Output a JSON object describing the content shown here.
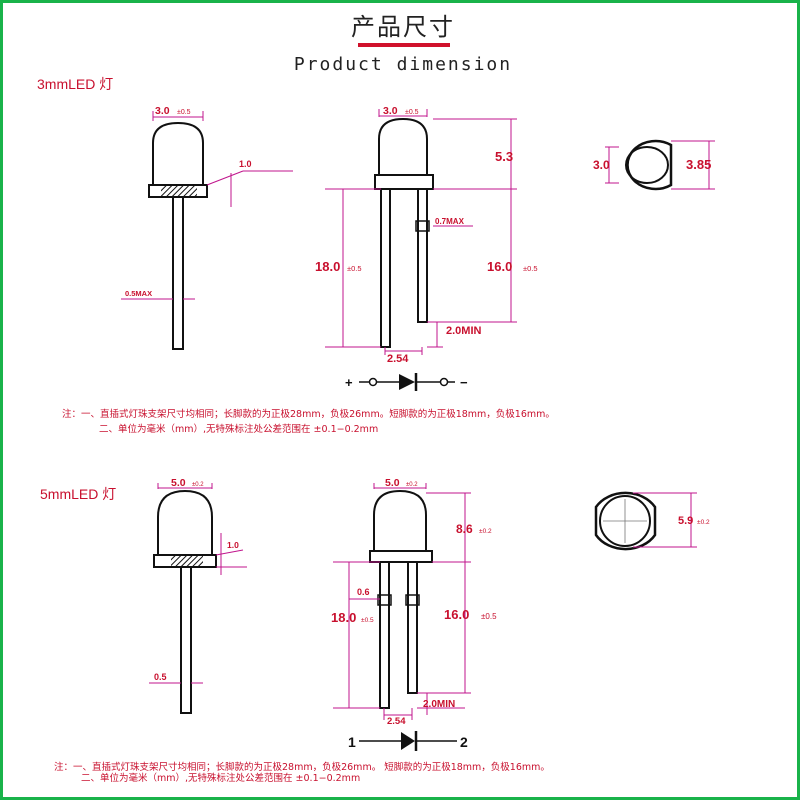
{
  "header": {
    "title_cn": "产品尺寸",
    "title_en": "Product dimension"
  },
  "led3": {
    "title": "3mmLED 灯",
    "side": {
      "width": "3.0",
      "width_tol": "±0.5",
      "flange": "1.0",
      "lead": "0.5MAX"
    },
    "front": {
      "width": "3.0",
      "width_tol": "±0.5",
      "height": "5.3",
      "long_lead": "18.0",
      "long_tol": "±0.5",
      "short_lead": "16.0",
      "short_tol": "±0.5",
      "lead_width": "0.7MAX",
      "gap": "2.0MIN",
      "pitch": "2.54"
    },
    "top": {
      "inner": "3.0",
      "outer": "3.85"
    },
    "symbol": {
      "plus": "+",
      "minus": "−"
    },
    "notes": [
      "注：一、直插式灯珠支架尺寸均相同；长脚款的为正极28mm，负极26mm。短脚款的为正极18mm，负极16mm。",
      "二、单位为毫米（mm）,无特殊标注处公差范围在 ±0.1−0.2mm"
    ]
  },
  "led5": {
    "title": "5mmLED 灯",
    "side": {
      "width": "5.0",
      "width_tol": "±0.2",
      "flange": "1.0",
      "lead": "0.5"
    },
    "front": {
      "width": "5.0",
      "width_tol": "±0.2",
      "height": "8.6",
      "height_tol": "±0.2",
      "lead_width": "0.6",
      "long_lead": "18.0",
      "long_tol": "±0.5",
      "short_lead": "16.0",
      "short_tol": "±0.5",
      "gap": "2.0MIN",
      "pitch": "2.54"
    },
    "top": {
      "diameter": "5.9",
      "diameter_tol": "±0.2"
    },
    "symbol": {
      "left": "1",
      "right": "2"
    },
    "notes": [
      "注：一、直插式灯珠支架尺寸均相同；长脚款的为正极28mm，负极26mm。  短脚款的为正极18mm，负极16mm。",
      "二、单位为毫米（mm）,无特殊标注处公差范围在 ±0.1−0.2mm"
    ]
  },
  "colors": {
    "frame": "#19b34a",
    "accent": "#c8102e",
    "dim": "#c0148c",
    "ink": "#111111"
  }
}
